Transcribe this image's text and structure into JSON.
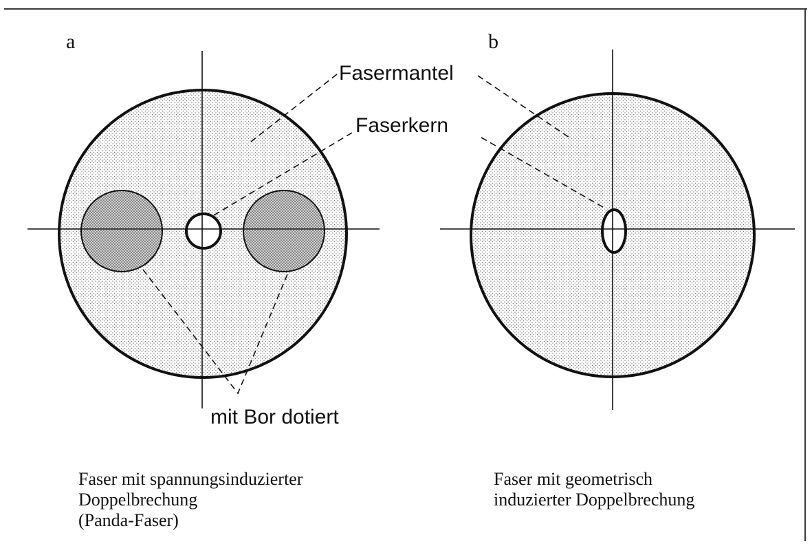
{
  "panels": {
    "a": {
      "letter": "a",
      "caption_lines": [
        "Faser mit spannungsinduzierter",
        "Doppelbrechung",
        "(Panda-Faser)"
      ]
    },
    "b": {
      "letter": "b",
      "caption_lines": [
        "Faser mit geometrisch",
        "induzierter Doppelbrechung"
      ]
    }
  },
  "callouts": {
    "cladding": "Fasermantel",
    "core": "Faserkern",
    "boron": "mit Bor dotiert"
  },
  "colors": {
    "ink": "#111111",
    "cladding_dot": "#777777",
    "stress_rod_fill": "#d2d2d2",
    "stress_rod_dot": "#2a2a2a",
    "frame": "#3a3a3a"
  }
}
